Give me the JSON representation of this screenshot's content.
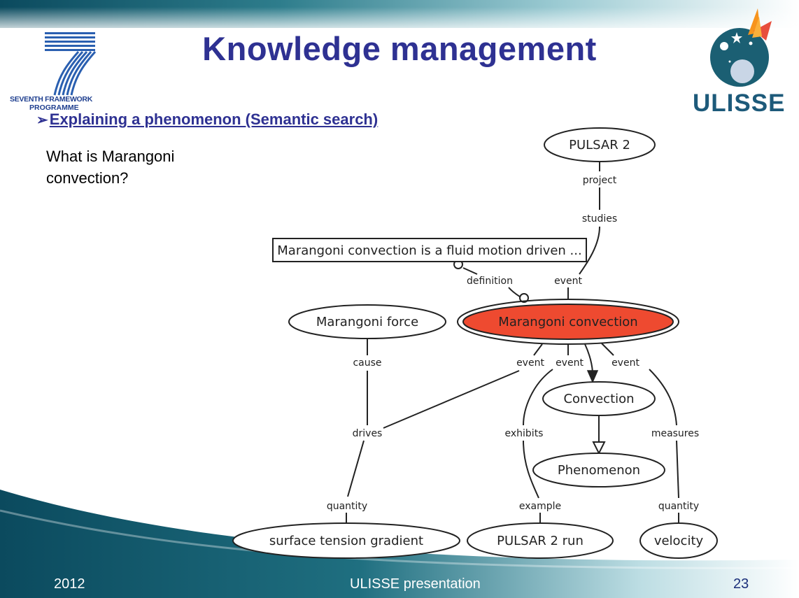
{
  "slide": {
    "title": "Knowledge management",
    "subtitle": "Explaining a phenomenon (Semantic search)",
    "subtitle_bullet": "➢",
    "question": "What is Marangoni convection?"
  },
  "logos": {
    "left": {
      "line1": "SEVENTH FRAMEWORK",
      "line2": "PROGRAMME",
      "digit": "7"
    },
    "right": {
      "word": "ULISSE"
    }
  },
  "diagram": {
    "nodes": {
      "pulsar2": "PULSAR 2",
      "definition_box": "Marangoni convection is a fluid motion driven  ...",
      "marangoni_force": "Marangoni force",
      "marangoni_convection": "Marangoni convection",
      "convection": "Convection",
      "phenomenon": "Phenomenon",
      "surface_tension_gradient": "surface tension gradient",
      "pulsar2_run": "PULSAR 2 run",
      "velocity": "velocity"
    },
    "edges": {
      "project": "project",
      "studies": "studies",
      "definition": "definition",
      "event_top": "event",
      "cause": "cause",
      "drives": "drives",
      "quantity_left": "quantity",
      "event_1": "event",
      "event_2": "event",
      "event_3": "event",
      "exhibits": "exhibits",
      "example": "example",
      "measures": "measures",
      "quantity_right": "quantity"
    },
    "colors": {
      "highlight_fill": "#ee4a30",
      "stroke": "#222222"
    }
  },
  "footer": {
    "year": "2012",
    "center": "ULISSE presentation",
    "page": "23"
  },
  "colors": {
    "title": "#2e3192",
    "teal_dark": "#0e5f6f",
    "teal_light": "#cfe6ea"
  }
}
